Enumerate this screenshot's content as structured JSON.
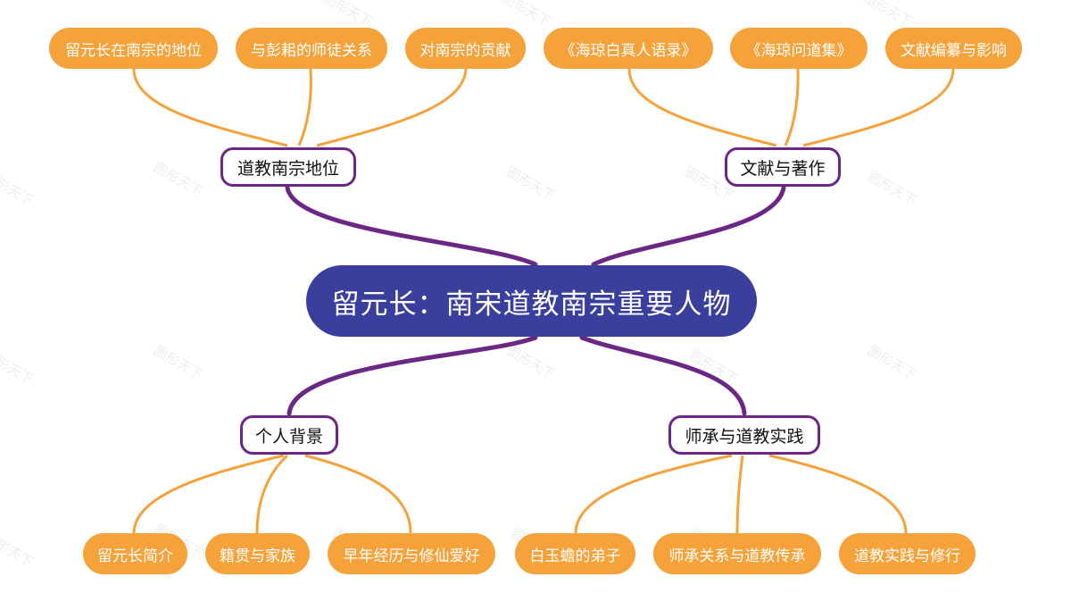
{
  "root": {
    "label": "留元长：南宋道教南宗重要人物"
  },
  "branches": {
    "status": {
      "label": "道教南宗地位",
      "leaves": [
        "留元长在南宗的地位",
        "与彭耜的师徒关系",
        "对南宗的贡献"
      ]
    },
    "works": {
      "label": "文献与著作",
      "leaves": [
        "《海琼白真人语录》",
        "《海琼问道集》",
        "文献编纂与影响"
      ]
    },
    "background": {
      "label": "个人背景",
      "leaves": [
        "留元长简介",
        "籍贯与家族",
        "早年经历与修仙爱好"
      ]
    },
    "lineage": {
      "label": "师承与道教实践",
      "leaves": [
        "白玉蟾的弟子",
        "师承关系与道教传承",
        "道教实践与修行"
      ]
    }
  },
  "watermark": "图形天下",
  "colors": {
    "root_bg": "#3a3f9e",
    "branch_border": "#6b2784",
    "leaf_bg": "#f5a23b",
    "main_link": "#6b2784",
    "leaf_link": "#f5a23b"
  }
}
